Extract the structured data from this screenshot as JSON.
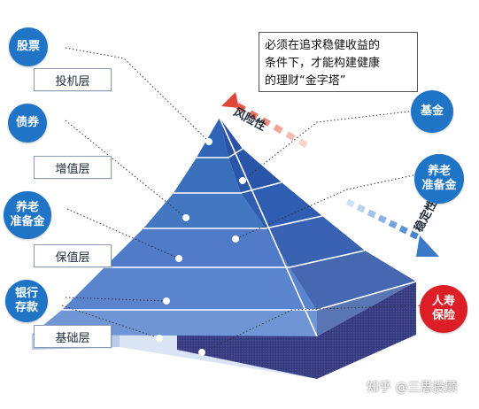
{
  "note": {
    "line1": "必须在追求稳健收益的",
    "line2": "条件下，才能构建健康",
    "line3": "的理财“金字塔”"
  },
  "axes": {
    "risk": "风险性",
    "stability": "稳定性"
  },
  "left": {
    "stocks": "股票",
    "speculative_layer": "投机层",
    "bonds": "债券",
    "growth_layer": "增值层",
    "pension": "养老\n准备金",
    "preservation_layer": "保值层",
    "deposits": "银行\n存款",
    "base_layer": "基础层"
  },
  "right": {
    "funds": "基金",
    "pension": "养老\n准备金",
    "insurance": "人寿\n保险"
  },
  "watermark": "知乎 @三思投顾",
  "colors": {
    "badge_blue": "#1f74c6",
    "badge_red": "#dc1f26",
    "risk_arrow": "#e0453a",
    "stability_arrow": "#3a78c8"
  }
}
